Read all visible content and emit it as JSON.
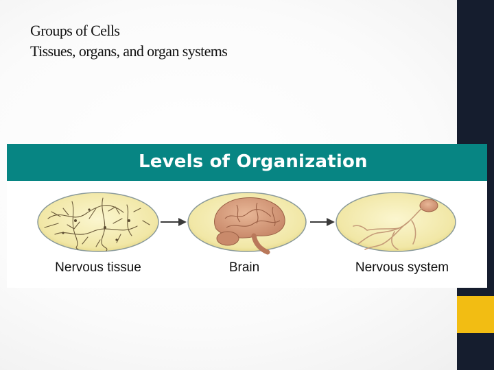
{
  "slide": {
    "title_line1": "Groups of Cells",
    "title_line2": "Tissues, organs, and organ systems"
  },
  "figure": {
    "banner": "Levels of Organization",
    "stages": [
      {
        "label": "Nervous tissue",
        "icon": "nervous-tissue"
      },
      {
        "label": "Brain",
        "icon": "brain"
      },
      {
        "label": "Nervous system",
        "icon": "nervous-system"
      }
    ]
  },
  "colors": {
    "banner": "#078583",
    "sidebar_dark": "#151d2e",
    "sidebar_accent": "#f2bd13",
    "oval_fill": "#f4ecb0"
  }
}
